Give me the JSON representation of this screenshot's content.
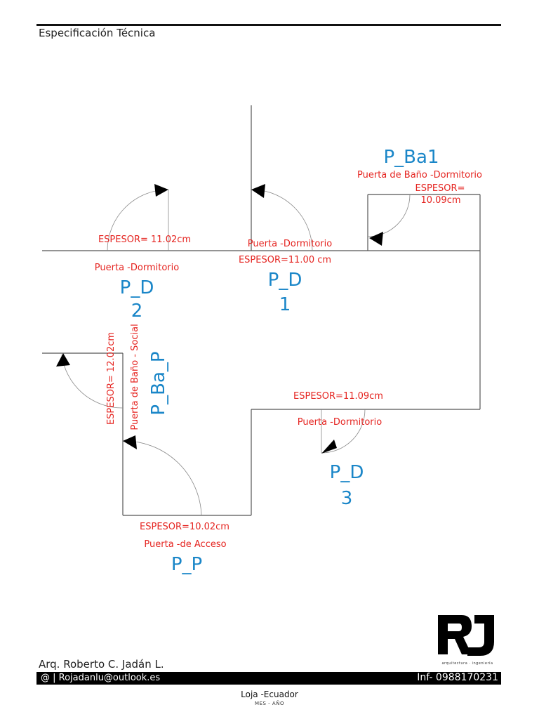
{
  "header": {
    "title": "Especificación Técnica"
  },
  "doors": {
    "pba1": {
      "code": "P_Ba1",
      "desc": "Puerta de Baño -Dormitorio",
      "espesor_label": "ESPESOR=",
      "espesor_value": "10.09cm"
    },
    "pd2": {
      "code": "P_D",
      "num": "2",
      "desc": "Puerta -Dormitorio",
      "espesor": "ESPESOR= 11.02cm"
    },
    "pd1": {
      "code": "P_D",
      "num": "1",
      "desc": "Puerta -Dormitorio",
      "espesor": "ESPESOR=11.00 cm"
    },
    "pbap": {
      "code": "P_Ba_P",
      "desc": "Puerta de Baño - Social",
      "espesor": "ESPESOR= 12.02cm"
    },
    "pd3": {
      "code": "P_D",
      "num": "3",
      "desc": "Puerta -Dormitorio",
      "espesor": "ESPESOR=11.09cm"
    },
    "pp": {
      "code": "P_P",
      "desc": "Puerta -de Acceso",
      "espesor": "ESPESOR=10.02cm"
    }
  },
  "footer": {
    "author": "Arq. Roberto C. Jadán L.",
    "email": "@ | Rojadanlu@outlook.es",
    "phone": "Inf- 0988170231",
    "location": "Loja -Ecuador",
    "date": "MES - AÑO",
    "logo_sub": "arquitectura · ingeniería"
  },
  "colors": {
    "label_red": "#e52420",
    "code_blue": "#1a86c8"
  }
}
